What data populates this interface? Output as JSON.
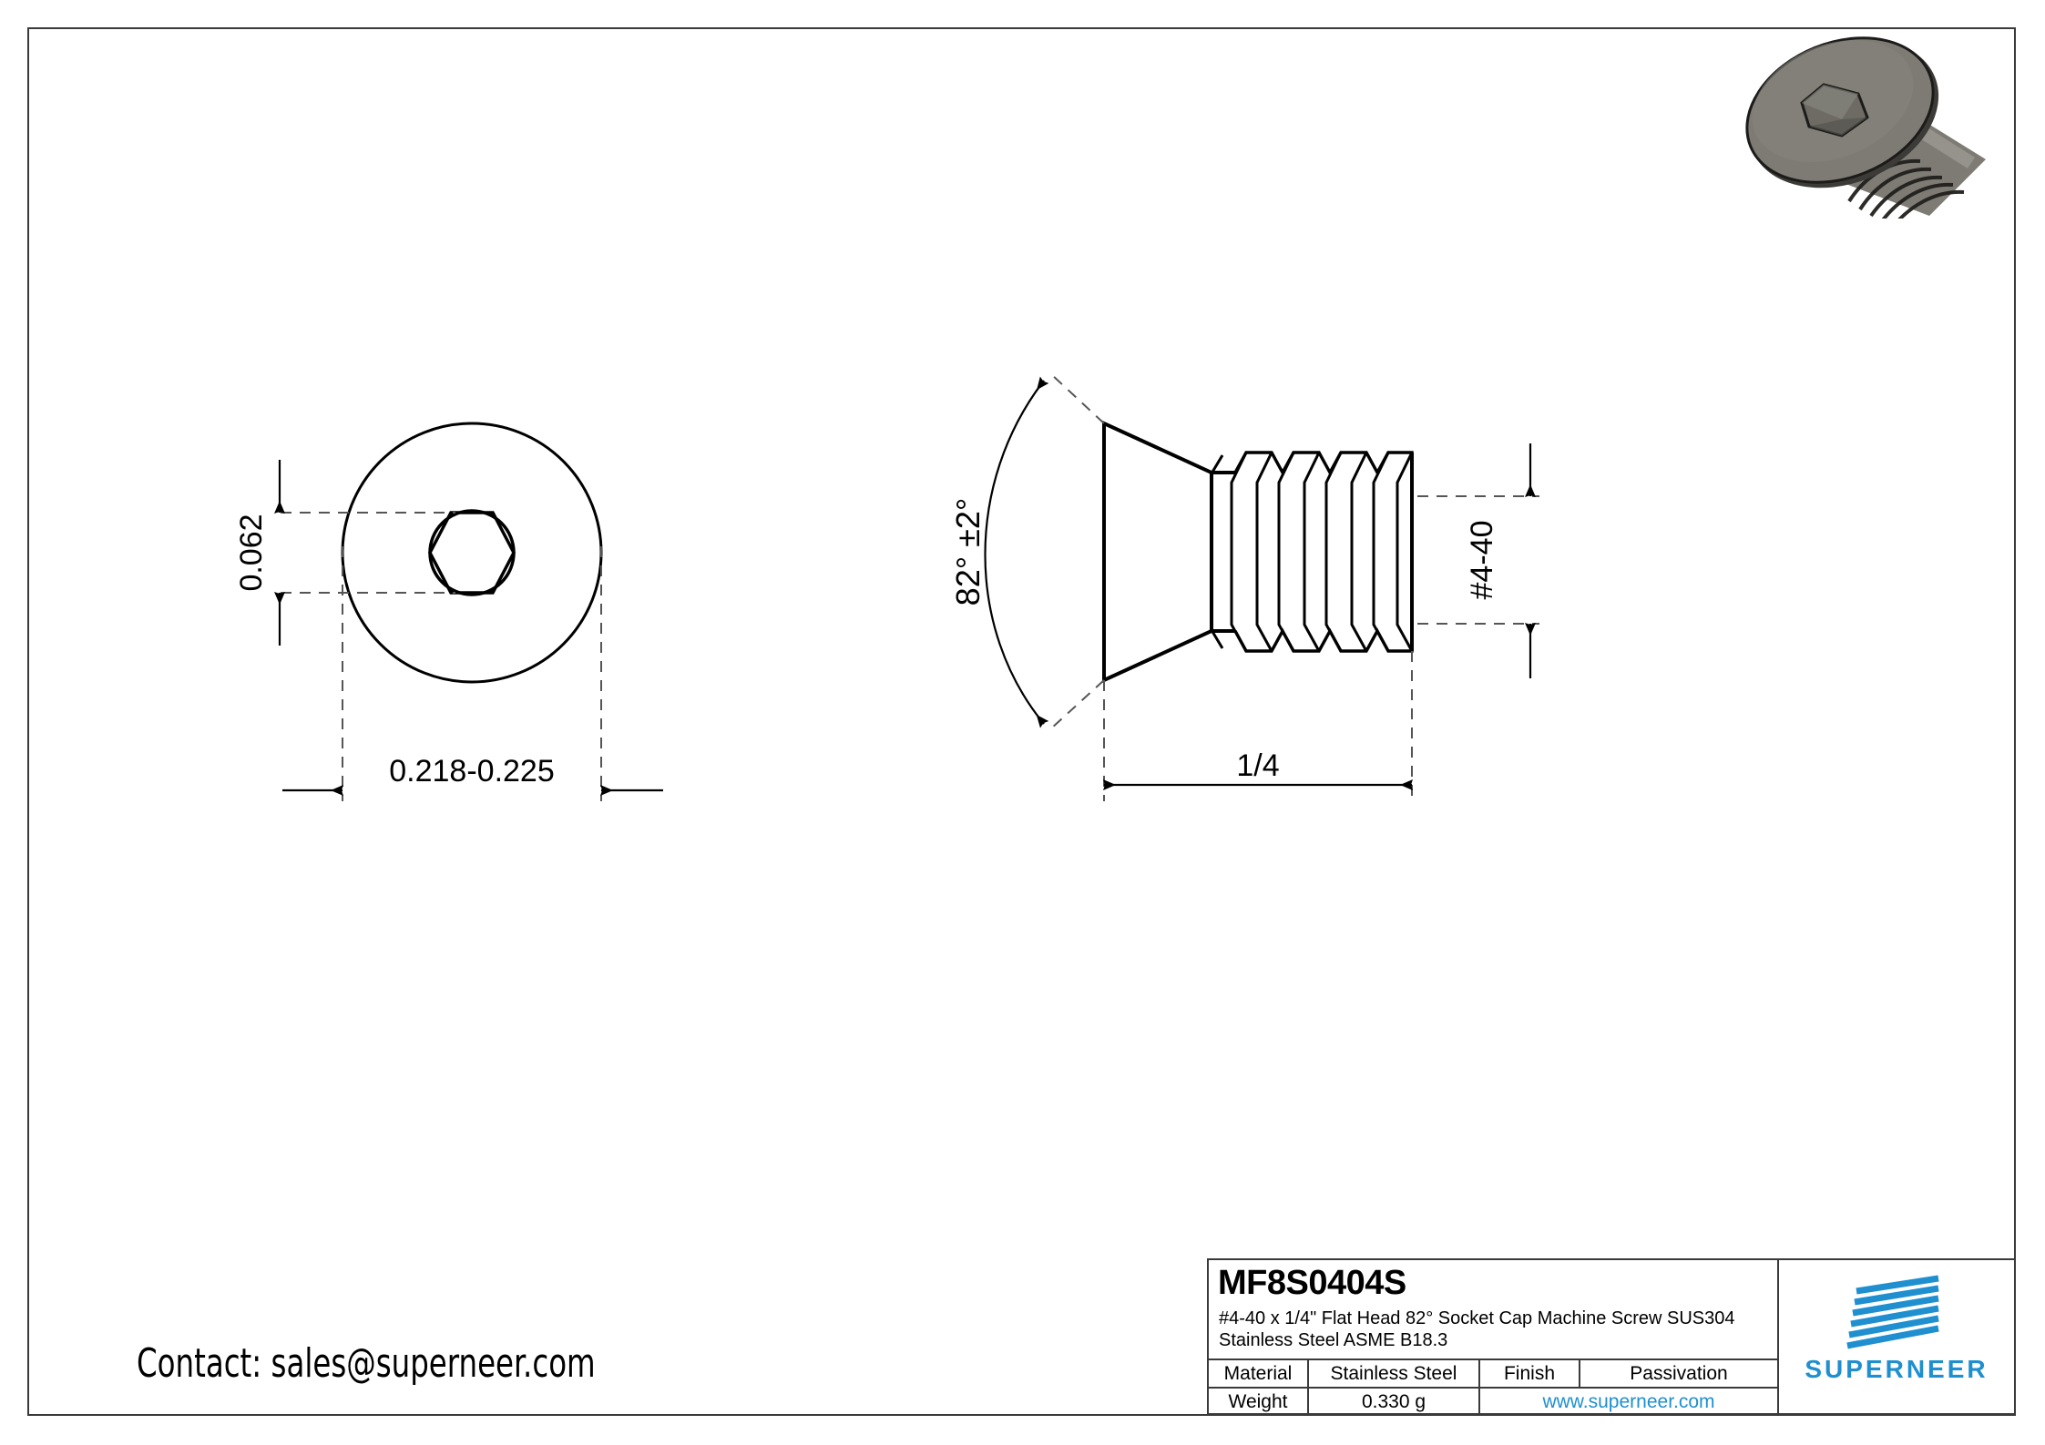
{
  "sheet": {
    "contact_text": "Contact: sales@superneer.com"
  },
  "title_block": {
    "part_number": "MF8S0404S",
    "description": "#4-40  x 1/4\" Flat Head 82° Socket Cap Machine Screw SUS304 Stainless Steel ASME B18.3",
    "rows": [
      {
        "label": "Material",
        "value": "Stainless Steel",
        "label2": "Finish",
        "value2": "Passivation"
      },
      {
        "label": "Weight",
        "value": "0.330 g",
        "website": "www.superneer.com"
      }
    ],
    "link_color": "#1f8fcf"
  },
  "logo": {
    "wordmark": "SUPERNEER",
    "color": "#1f8fcf"
  },
  "drawing": {
    "top_view": {
      "name": "head-top-view",
      "head_diameter_dim": "0.218-0.225",
      "socket_size_dim": "0.062"
    },
    "side_view": {
      "name": "screw-side-view",
      "head_angle_dim": "82° ±2°",
      "thread_spec_dim": "#4-40",
      "length_dim": "1/4"
    }
  },
  "render": {
    "alt": "3d-screw-render",
    "body_color": "#7d7b74",
    "shadow_color": "#5a5853"
  }
}
